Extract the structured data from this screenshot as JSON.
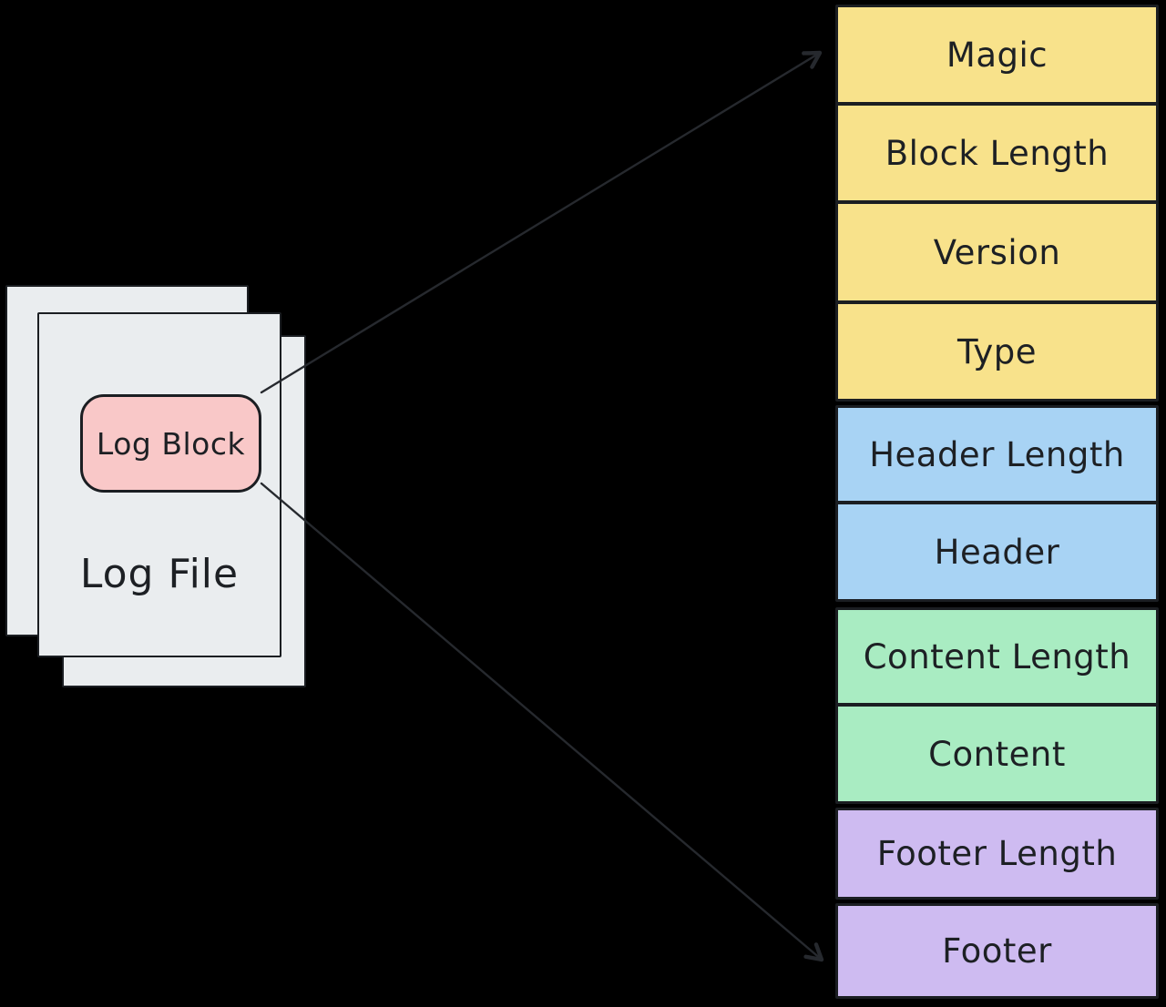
{
  "palette": {
    "background": "#000000",
    "stroke": "#1b1e22",
    "arrow": "#26292e",
    "text": "#1d2024",
    "page_fill": "#eaedef",
    "log_block_fill": "#f9c8c8",
    "yellow": "#f8e28b",
    "blue": "#a8d3f4",
    "green": "#a9ecc2",
    "purple": "#cebbf1"
  },
  "log_file": {
    "label": "Log File",
    "block_label": "Log Block"
  },
  "block_structure": {
    "fields": [
      {
        "label": "Magic",
        "color_key": "yellow"
      },
      {
        "label": "Block Length",
        "color_key": "yellow"
      },
      {
        "label": "Version",
        "color_key": "yellow"
      },
      {
        "label": "Type",
        "color_key": "yellow"
      },
      {
        "label": "Header Length",
        "color_key": "blue"
      },
      {
        "label": "Header",
        "color_key": "blue"
      },
      {
        "label": "Content Length",
        "color_key": "green"
      },
      {
        "label": "Content",
        "color_key": "green"
      },
      {
        "label": "Footer Length",
        "color_key": "purple"
      },
      {
        "label": "Footer",
        "color_key": "purple"
      }
    ]
  }
}
